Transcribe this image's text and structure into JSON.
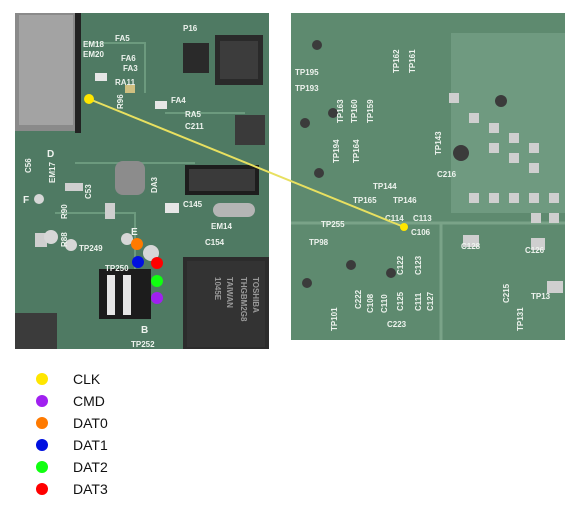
{
  "colors": {
    "clk": "#ffe600",
    "cmd": "#a020f0",
    "dat0": "#ff7a00",
    "dat1": "#0010e0",
    "dat2": "#10ff10",
    "dat3": "#ff0000",
    "board": "#4f7a63",
    "link_line": "#e8e060"
  },
  "legend": [
    {
      "label": "CLK",
      "color_key": "clk"
    },
    {
      "label": "CMD",
      "color_key": "cmd"
    },
    {
      "label": "DAT0",
      "color_key": "dat0"
    },
    {
      "label": "DAT1",
      "color_key": "dat1"
    },
    {
      "label": "DAT2",
      "color_key": "dat2"
    },
    {
      "label": "DAT3",
      "color_key": "dat3"
    }
  ],
  "left_board_labels": {
    "em18": "EM18",
    "em20": "EM20",
    "fa5": "FA5",
    "fa6": "FA6",
    "fa3": "FA3",
    "p16": "P16",
    "ra11": "RA11",
    "r96": "R96",
    "fa4": "FA4",
    "ra5": "RA5",
    "c211": "C211",
    "c56": "C56",
    "em17": "EM17",
    "c53": "C53",
    "r90": "R90",
    "da3": "DA3",
    "r88": "R88",
    "c145": "C145",
    "em14": "EM14",
    "tp249": "TP249",
    "c154": "C154",
    "tp250": "TP250",
    "tp252": "TP252",
    "mark_d": "D",
    "mark_f": "F",
    "mark_e": "E",
    "mark_b": "B",
    "chip_brand": "TOSHIBA",
    "chip_l1": "THGBM2G8",
    "chip_l2": "1045E",
    "chip_l3": "TAIWAN"
  },
  "right_board_labels": {
    "tp195": "TP195",
    "tp193": "TP193",
    "tp163": "TP163",
    "tp160": "TP160",
    "tp164": "TP164",
    "tp159": "TP159",
    "tp162": "TP162",
    "tp161": "TP161",
    "tp194": "TP194",
    "tp143": "TP143",
    "tp144": "TP144",
    "tp165": "TP165",
    "tp146": "TP146",
    "c216": "C216",
    "tp255": "TP255",
    "c114": "C114",
    "c113": "C113",
    "c106": "C106",
    "tp98": "TP98",
    "c128": "C128",
    "c126": "C126",
    "c122": "C122",
    "c123": "C123",
    "c222": "C222",
    "c108": "C108",
    "c125": "C125",
    "c111": "C111",
    "c127": "C127",
    "c223": "C223",
    "c215": "C215",
    "tp101": "TP101",
    "c110": "C110",
    "tp131": "TP131",
    "tp13": "TP13"
  }
}
